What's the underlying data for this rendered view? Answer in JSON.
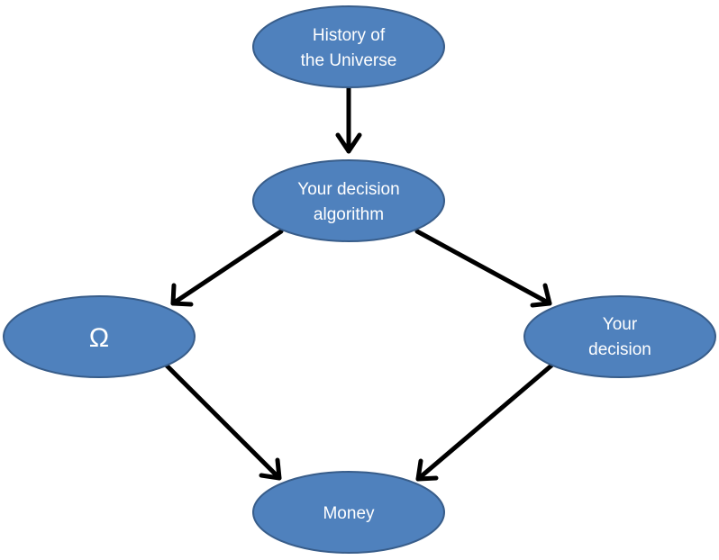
{
  "nodes": {
    "history": {
      "lines": [
        "History of",
        "the Universe"
      ]
    },
    "algorithm": {
      "lines": [
        "Your decision",
        "algorithm"
      ]
    },
    "omega": {
      "lines": [
        "Ω"
      ]
    },
    "decision": {
      "lines": [
        "Your",
        "decision"
      ]
    },
    "money": {
      "lines": [
        "Money"
      ]
    }
  },
  "colors": {
    "node_fill": "#4f81bd",
    "node_stroke": "#385d8a",
    "arrow": "#000000",
    "label": "#ffffff"
  }
}
